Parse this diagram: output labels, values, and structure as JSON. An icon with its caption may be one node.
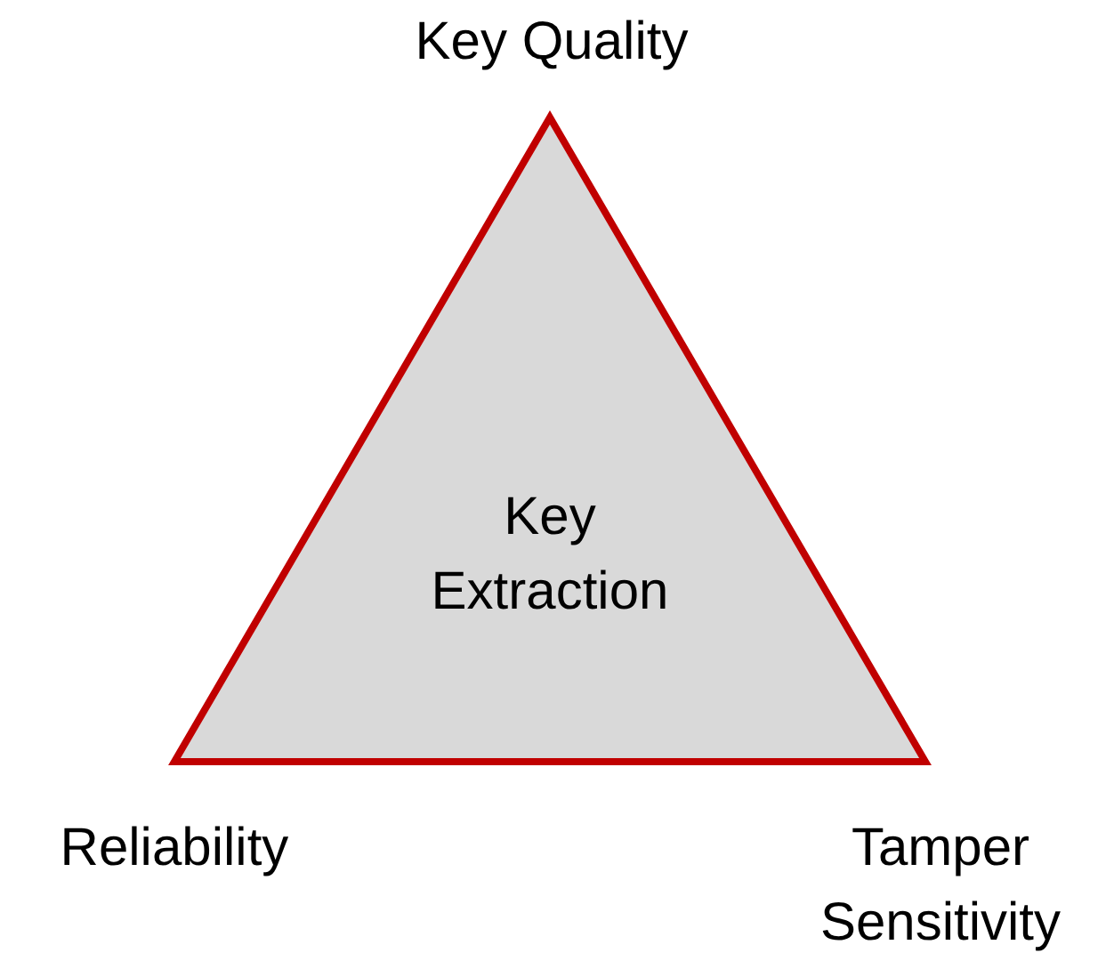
{
  "diagram": {
    "nodes": [
      {
        "text": [
          "Key Extraction"
        ]
      }
    ],
    "labels": [
      "Key Quality",
      "Reliability",
      "Tamper Sensitivity"
    ]
  }
}
